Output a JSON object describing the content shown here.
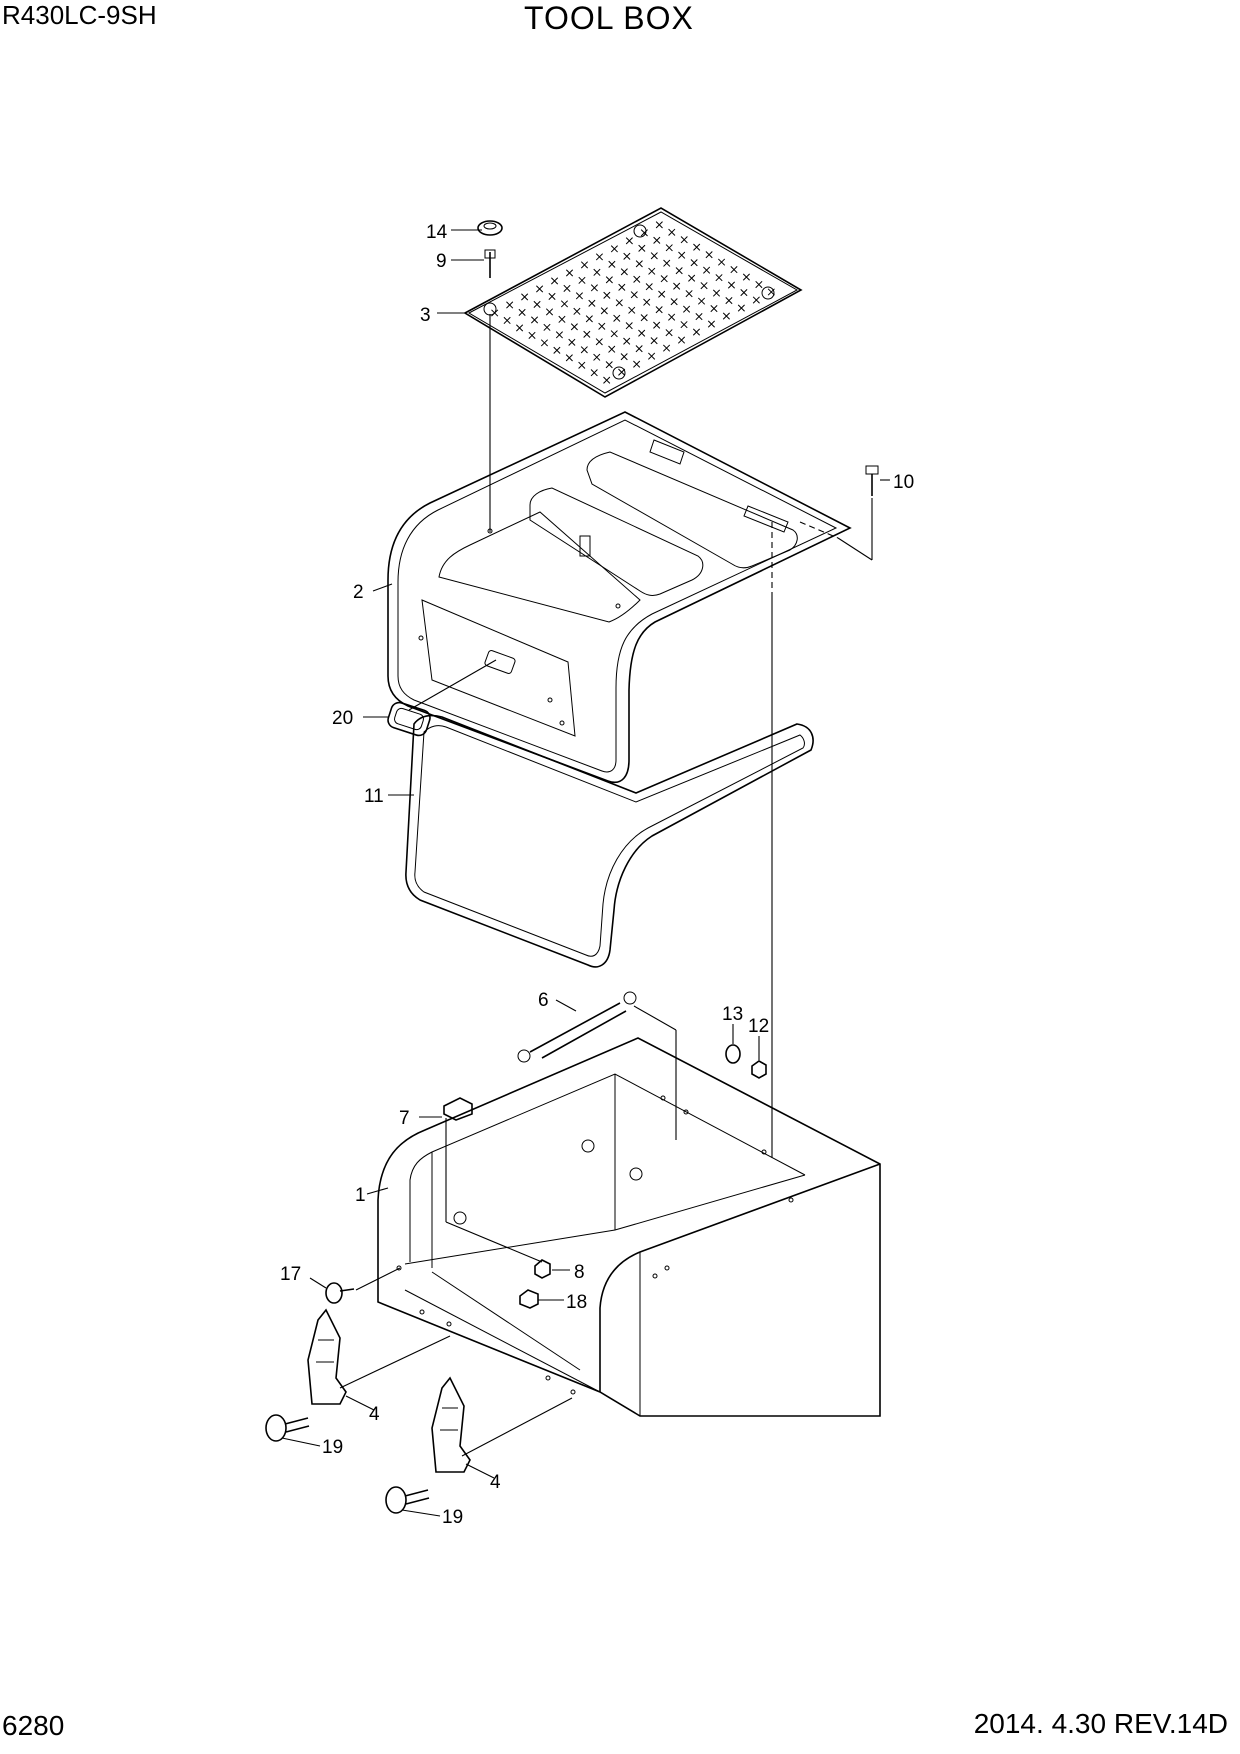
{
  "header": {
    "model": "R430LC-9SH",
    "title": "TOOL BOX"
  },
  "footer": {
    "page_number": "6280",
    "revision": "2014. 4.30  REV.14D"
  },
  "callouts": {
    "c1": "1",
    "c2": "2",
    "c3": "3",
    "c4a": "4",
    "c4b": "4",
    "c6": "6",
    "c7": "7",
    "c8": "8",
    "c9": "9",
    "c10": "10",
    "c11": "11",
    "c12": "12",
    "c13": "13",
    "c14": "14",
    "c17": "17",
    "c18": "18",
    "c19a": "19",
    "c19b": "19",
    "c20": "20"
  }
}
